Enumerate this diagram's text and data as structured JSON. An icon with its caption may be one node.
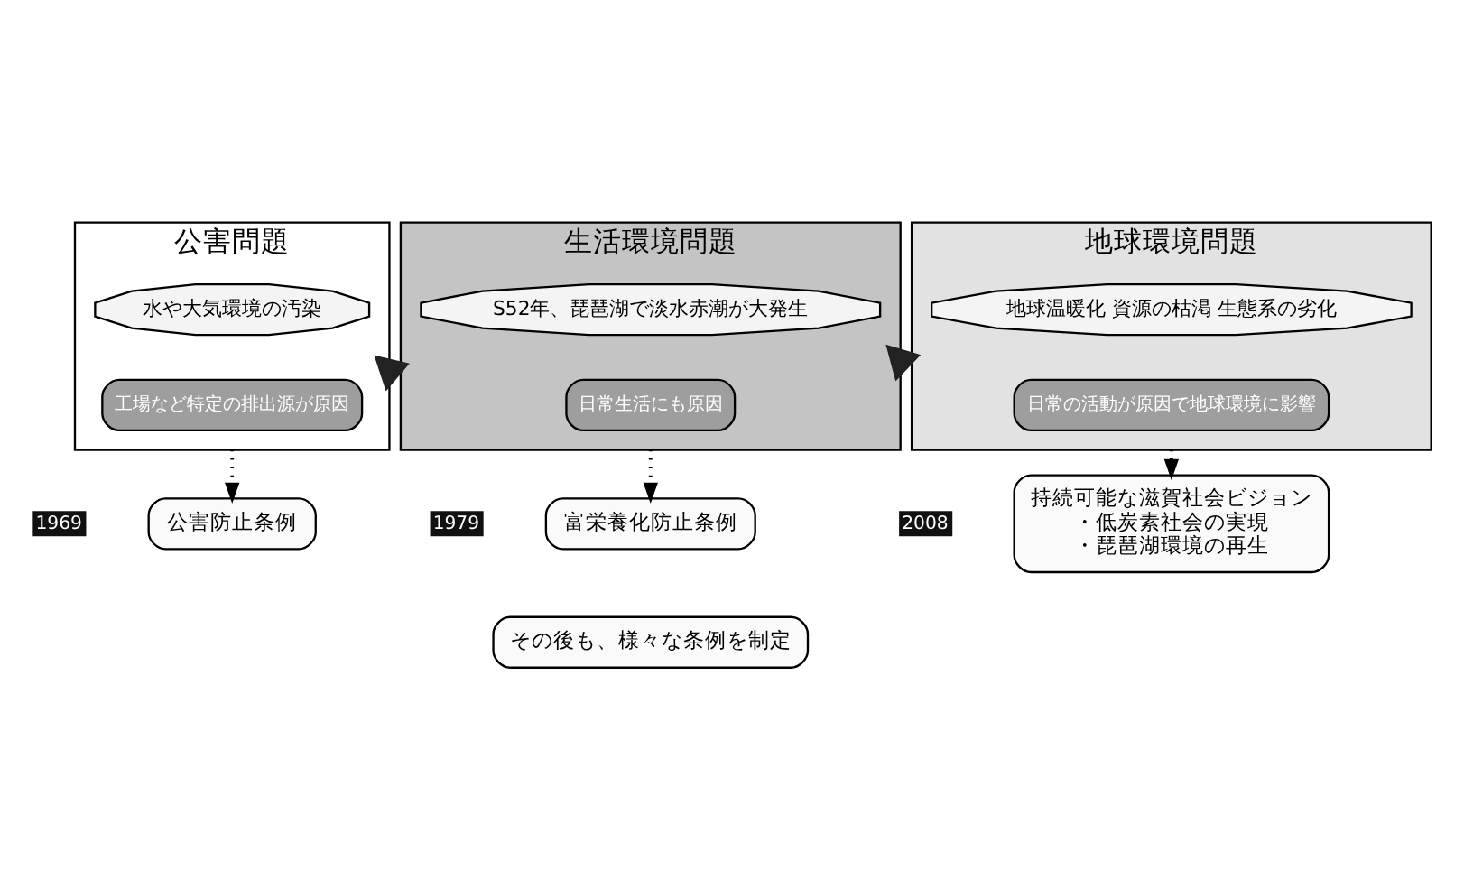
{
  "diagram": {
    "nodes": [
      {
        "text": [
          "公害問題"
        ]
      },
      {
        "text": [
          "水や大気環境の汚染"
        ],
        "in": 0
      },
      {
        "text": [
          "工場など特定の排出源が原因"
        ],
        "in": 0
      },
      {
        "text": [
          "生活環境問題"
        ]
      },
      {
        "text": [
          "S52年、琵琶湖で淡水赤潮が大発生"
        ],
        "in": 3
      },
      {
        "text": [
          "日常生活にも原因"
        ],
        "in": 3
      },
      {
        "text": [
          "地球環境問題"
        ]
      },
      {
        "text": [
          "地球温暖化 資源の枯渇 生態系の劣化"
        ],
        "in": 6
      },
      {
        "text": [
          "日常の活動が原因で地球環境に影響"
        ],
        "in": 6
      },
      {
        "text": [
          "公害防止条例"
        ],
        "beside": [
          "1969"
        ]
      },
      {
        "text": [
          "富栄養化防止条例"
        ],
        "beside": [
          "1979"
        ]
      },
      {
        "text": [
          "その後も、様々な条例を制定"
        ]
      },
      {
        "text": [
          "持続可能な滋賀社会ビジョン",
          "・低炭素社会の実現",
          "・琵琶湖環境の再生"
        ],
        "beside": [
          "2008"
        ]
      }
    ],
    "edges": [
      {
        "from": 0,
        "to": 3,
        "arrow": "to",
        "style": "thick",
        "color": "#222222"
      },
      {
        "from": 3,
        "to": 6,
        "arrow": "to",
        "style": "thick",
        "color": "#222222"
      },
      {
        "from": 0,
        "to": 9,
        "arrow": "to",
        "style": "dashed"
      },
      {
        "from": 3,
        "to": 10,
        "arrow": "to",
        "style": "dashed"
      },
      {
        "from": 6,
        "to": 12,
        "arrow": "to",
        "style": "dashed"
      }
    ]
  }
}
